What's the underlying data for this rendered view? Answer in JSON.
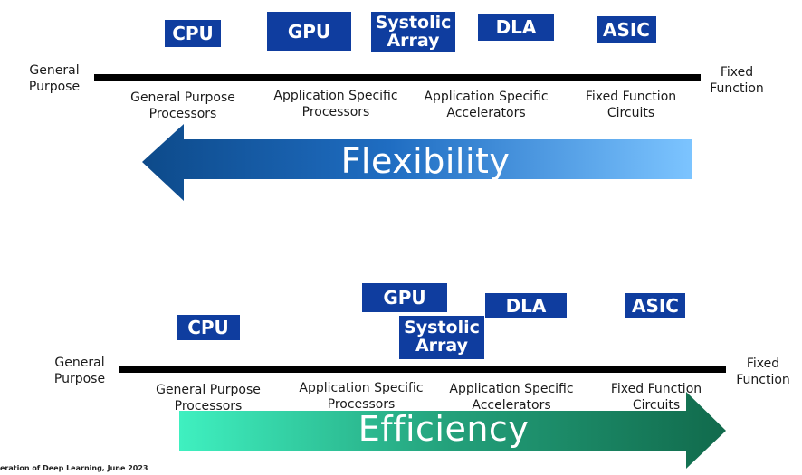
{
  "top": {
    "chips": {
      "cpu": "CPU",
      "gpu": "GPU",
      "systolic_line1": "Systolic",
      "systolic_line2": "Array",
      "dla": "DLA",
      "asic": "ASIC"
    },
    "left_end": [
      "General",
      "Purpose"
    ],
    "right_end": [
      "Fixed",
      "Function"
    ],
    "categories": [
      [
        "General Purpose",
        "Processors"
      ],
      [
        "Application Specific",
        "Processors"
      ],
      [
        "Application Specific",
        "Accelerators"
      ],
      [
        "Fixed Function",
        "Circuits"
      ]
    ],
    "arrow_label": "Flexibility"
  },
  "bottom": {
    "chips": {
      "cpu": "CPU",
      "gpu": "GPU",
      "systolic_line1": "Systolic",
      "systolic_line2": "Array",
      "dla": "DLA",
      "asic": "ASIC"
    },
    "left_end": [
      "General",
      "Purpose"
    ],
    "right_end": [
      "Fixed",
      "Function"
    ],
    "categories": [
      [
        "General Purpose",
        "Processors"
      ],
      [
        "Application Specific",
        "Processors"
      ],
      [
        "Application Specific",
        "Accelerators"
      ],
      [
        "Fixed Function",
        "Circuits"
      ]
    ],
    "arrow_label": "Efficiency"
  },
  "footer": "eration of Deep Learning, June 2023",
  "colors": {
    "chip_blue": "#0f3d9f",
    "flex_dark": "#0d4a8a",
    "flex_light": "#7cc4ff",
    "eff_light": "#3ff0c0",
    "eff_dark": "#116a4c"
  }
}
